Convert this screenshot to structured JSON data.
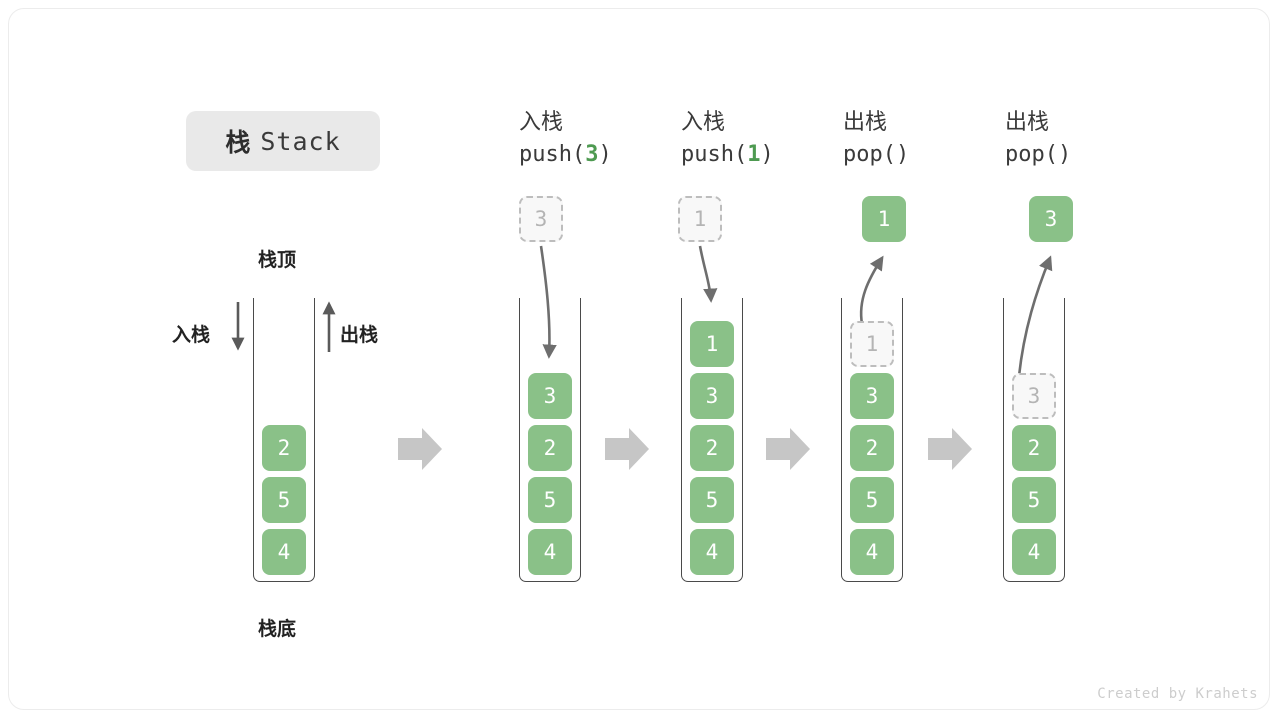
{
  "figure": {
    "title_cn": "栈",
    "title_en": "Stack",
    "top_label": "栈顶",
    "bottom_label": "栈底",
    "push_label": "入栈",
    "pop_label": "出栈",
    "watermark": "Created by Krahets",
    "accent_green": "#8ac188",
    "accent_green_text": "#4e9a51",
    "ghost_gray": "#b4b4b4",
    "arrow_gray": "#6e6e6e",
    "separator_gray": "#c6c6c6",
    "chip_gray": "#e9e9e9"
  },
  "columns": [
    {
      "id": "initial",
      "head_line1": "",
      "head_line2": "",
      "head_arg": "",
      "cells": [
        {
          "value": "2",
          "state": "filled",
          "row": 2
        },
        {
          "value": "5",
          "state": "filled",
          "row": 3
        },
        {
          "value": "4",
          "state": "filled",
          "row": 4
        }
      ],
      "floating": null
    },
    {
      "id": "push-3",
      "head_line1": "入栈",
      "head_line2_pre": "push(",
      "head_arg": "3",
      "head_line2_post": ")",
      "cells": [
        {
          "value": "3",
          "state": "filled",
          "row": 1
        },
        {
          "value": "2",
          "state": "filled",
          "row": 2
        },
        {
          "value": "5",
          "state": "filled",
          "row": 3
        },
        {
          "value": "4",
          "state": "filled",
          "row": 4
        }
      ],
      "floating": {
        "value": "3",
        "state": "ghost",
        "direction": "in"
      }
    },
    {
      "id": "push-1",
      "head_line1": "入栈",
      "head_line2_pre": "push(",
      "head_arg": "1",
      "head_line2_post": ")",
      "cells": [
        {
          "value": "1",
          "state": "filled",
          "row": 0
        },
        {
          "value": "3",
          "state": "filled",
          "row": 1
        },
        {
          "value": "2",
          "state": "filled",
          "row": 2
        },
        {
          "value": "5",
          "state": "filled",
          "row": 3
        },
        {
          "value": "4",
          "state": "filled",
          "row": 4
        }
      ],
      "floating": {
        "value": "1",
        "state": "ghost",
        "direction": "in"
      }
    },
    {
      "id": "pop-1",
      "head_line1": "出栈",
      "head_line2_pre": "pop(",
      "head_arg": "",
      "head_line2_post": ")",
      "cells": [
        {
          "value": "1",
          "state": "ghost",
          "row": 0
        },
        {
          "value": "3",
          "state": "filled",
          "row": 1
        },
        {
          "value": "2",
          "state": "filled",
          "row": 2
        },
        {
          "value": "5",
          "state": "filled",
          "row": 3
        },
        {
          "value": "4",
          "state": "filled",
          "row": 4
        }
      ],
      "floating": {
        "value": "1",
        "state": "filled",
        "direction": "out"
      }
    },
    {
      "id": "pop-2",
      "head_line1": "出栈",
      "head_line2_pre": "pop(",
      "head_arg": "",
      "head_line2_post": ")",
      "cells": [
        {
          "value": "3",
          "state": "ghost",
          "row": 1
        },
        {
          "value": "2",
          "state": "filled",
          "row": 2
        },
        {
          "value": "5",
          "state": "filled",
          "row": 3
        },
        {
          "value": "4",
          "state": "filled",
          "row": 4
        }
      ],
      "floating": {
        "value": "3",
        "state": "filled",
        "direction": "out"
      }
    }
  ],
  "separators": [
    "arrow-right",
    "arrow-right",
    "arrow-right",
    "arrow-right"
  ]
}
